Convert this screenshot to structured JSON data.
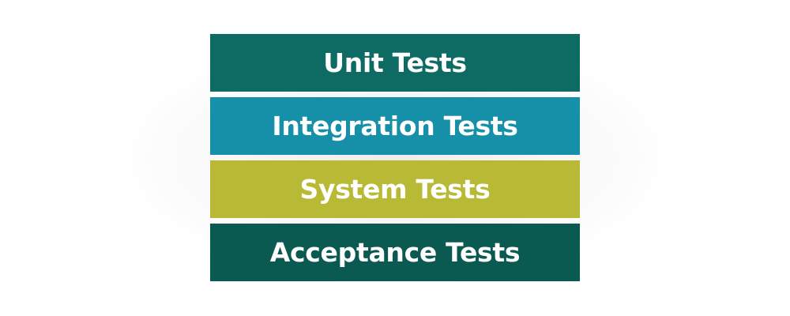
{
  "diagram": {
    "layers": [
      {
        "label": "Unit Tests",
        "color": "#0e6b63"
      },
      {
        "label": "Integration Tests",
        "color": "#168fa8"
      },
      {
        "label": "System Tests",
        "color": "#b8b934"
      },
      {
        "label": "Acceptance Tests",
        "color": "#0b5a52"
      }
    ]
  }
}
